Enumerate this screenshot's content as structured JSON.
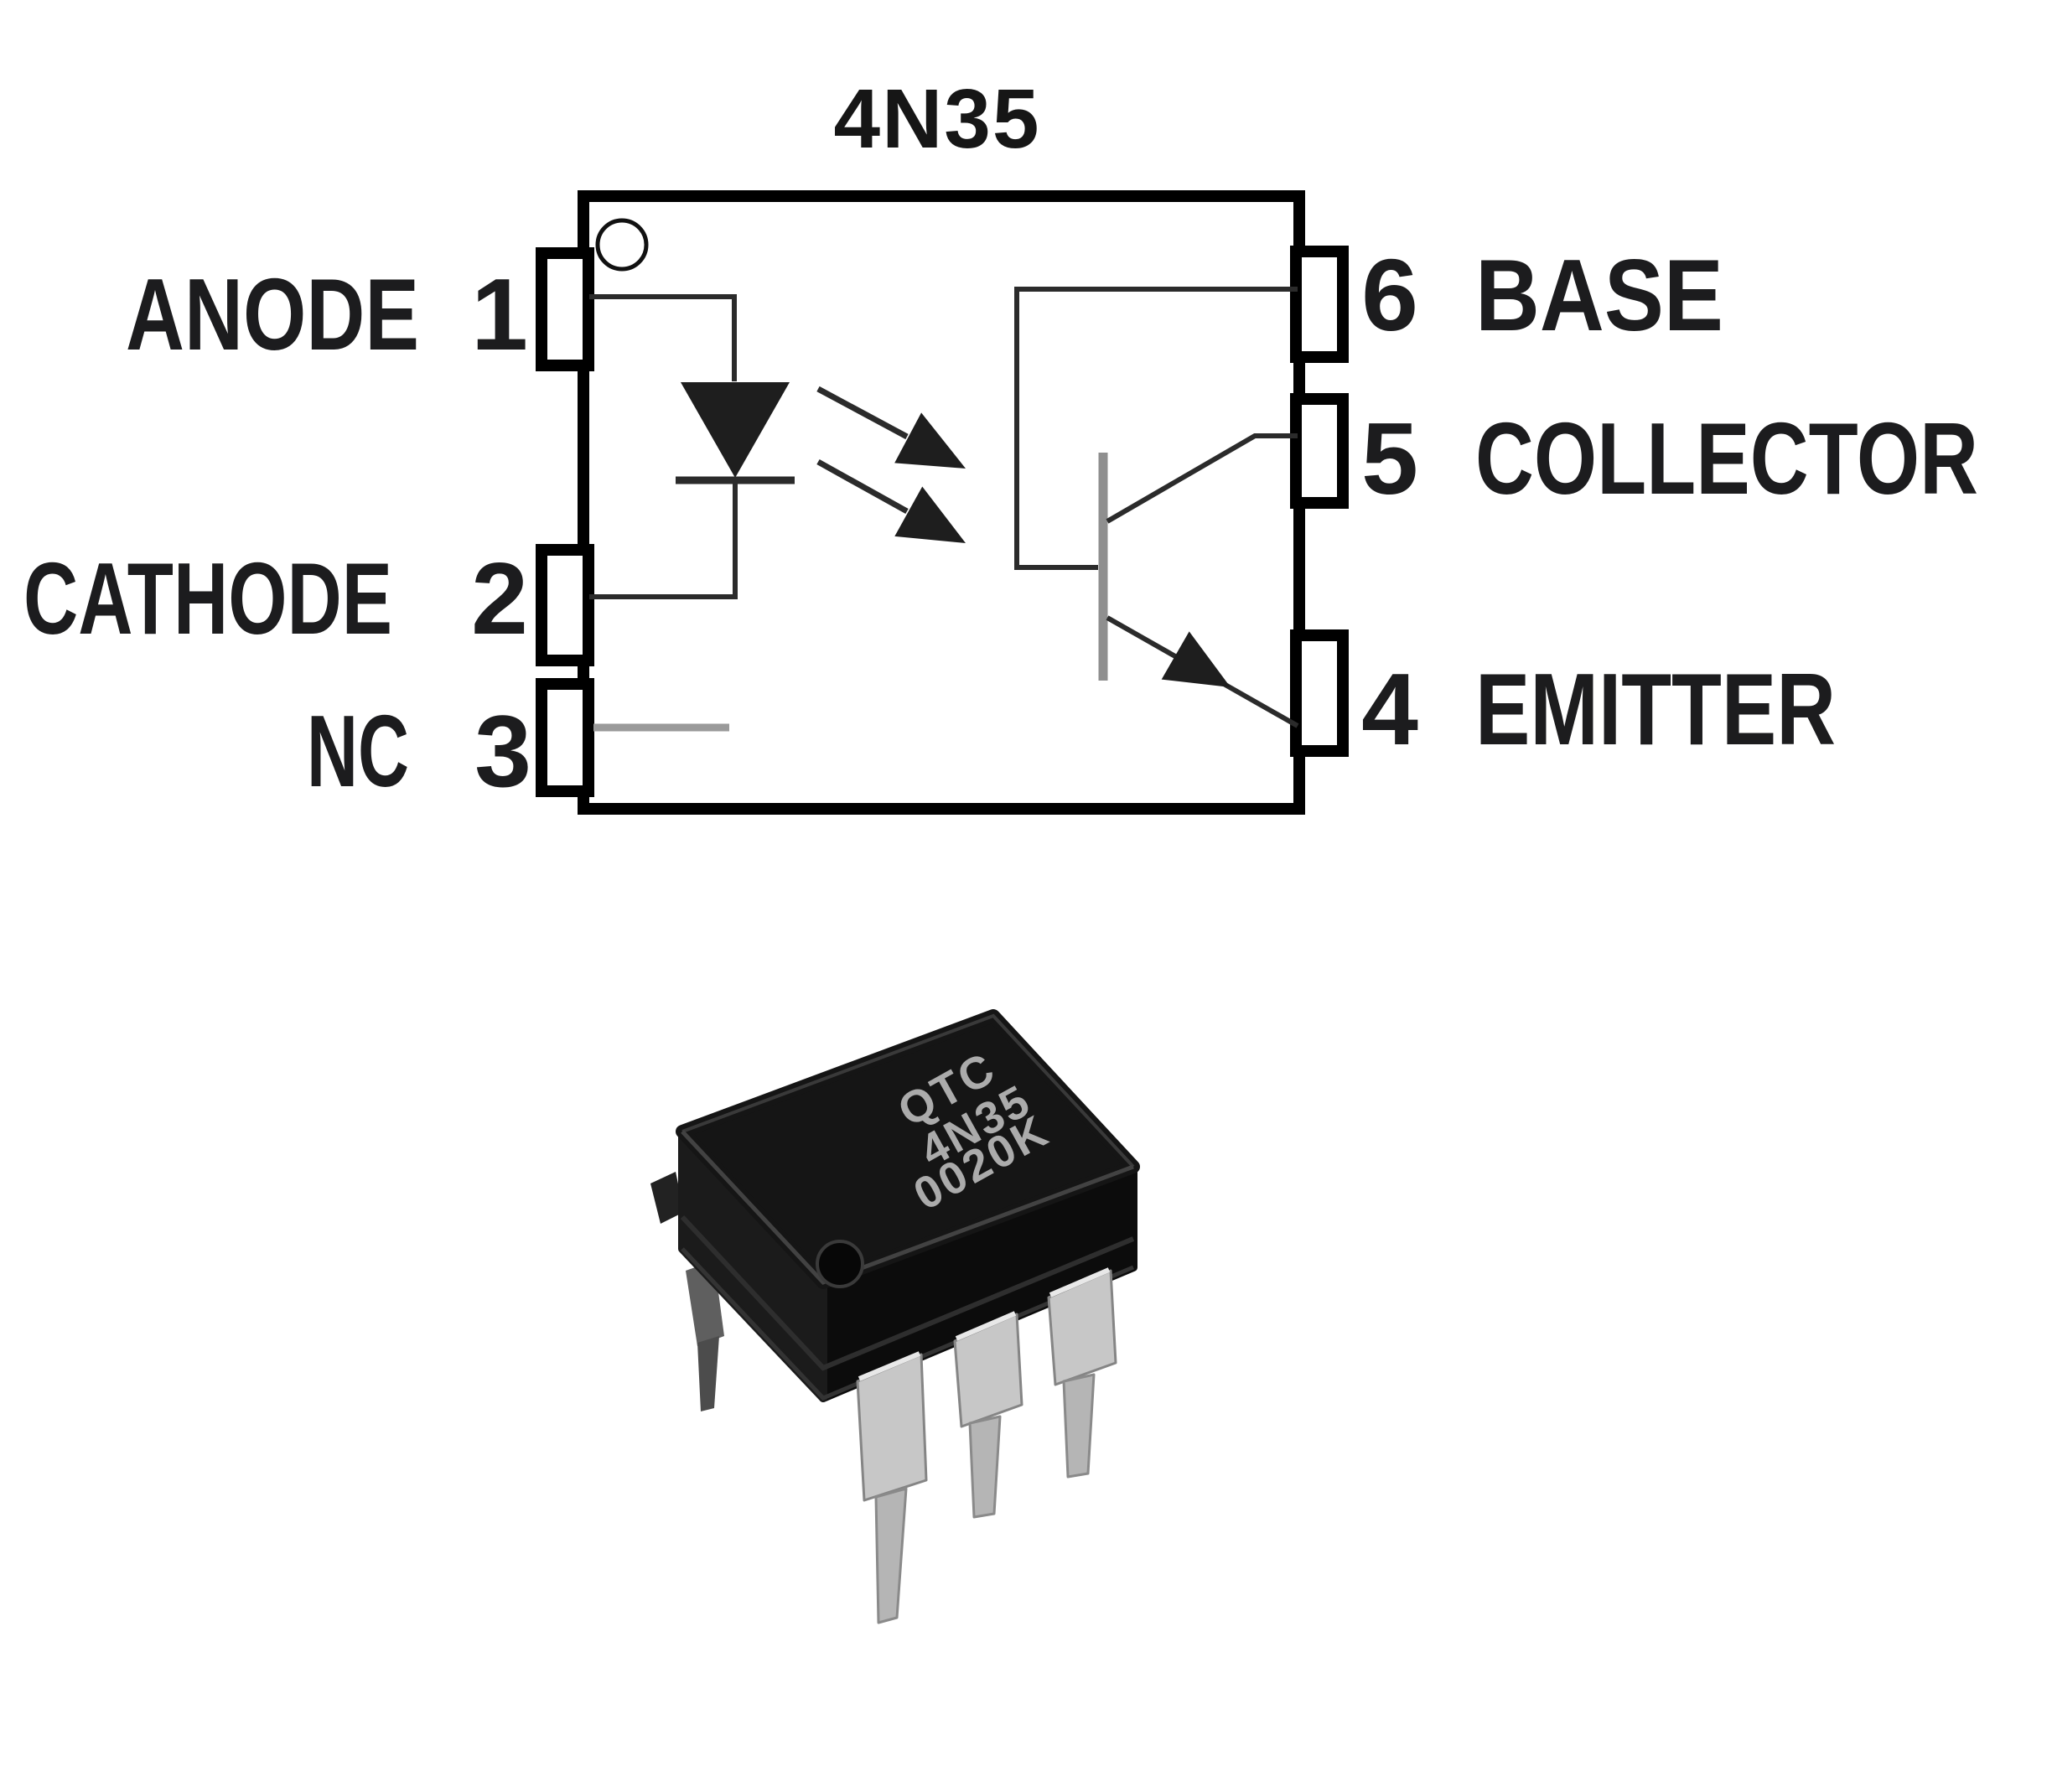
{
  "schematic": {
    "title": "4N35",
    "pins_left": [
      {
        "name": "ANODE",
        "number": "1"
      },
      {
        "name": "CATHODE",
        "number": "2"
      },
      {
        "name": "NC",
        "number": "3"
      }
    ],
    "pins_right": [
      {
        "number": "6",
        "name": "BASE"
      },
      {
        "number": "5",
        "name": "COLLECTOR"
      },
      {
        "number": "4",
        "name": "EMITTER"
      }
    ],
    "symbols": {
      "pin1_indicator": "circle-marker",
      "emitter_side": "led-diode-symbol",
      "detector_side": "npn-phototransistor-symbol",
      "coupling": "two-light-arrows"
    }
  },
  "chip_photo": {
    "markings": [
      "QTC",
      "4N35",
      "0020K"
    ]
  },
  "colors": {
    "background": "#ffffff",
    "line": "#2b2b2b",
    "fill_black": "#1e1e1e",
    "nc_line": "#9a9a9a",
    "base_bar": "#8f8f8f",
    "chip_body_top": "#151515",
    "chip_body_front": "#1b1b1b",
    "chip_body_side": "#0c0c0c",
    "pin_metal": "#c7c7c7",
    "marking_text": "#ababab"
  }
}
